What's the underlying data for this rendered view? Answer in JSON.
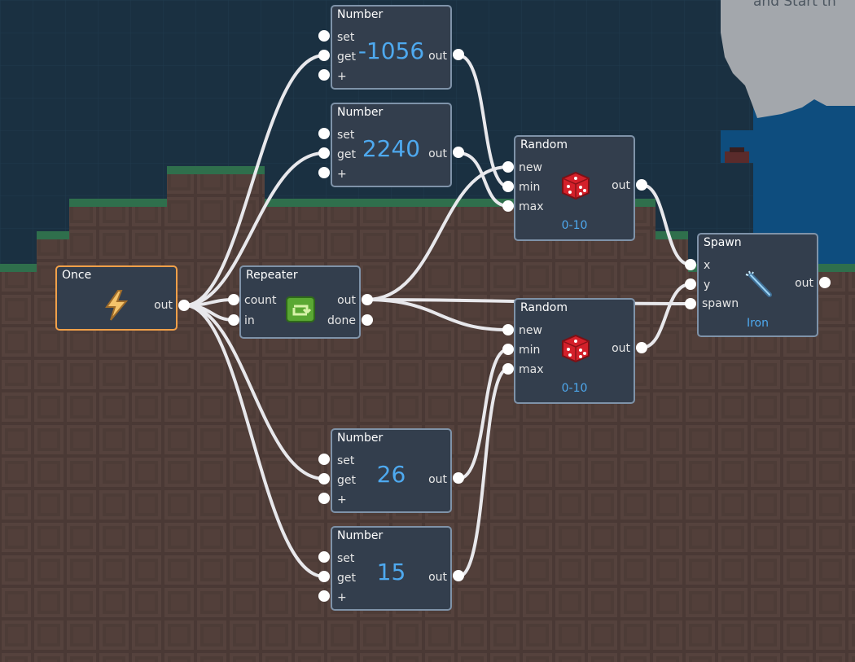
{
  "corner_text": "and Start th",
  "nodes": {
    "number1": {
      "title": "Number",
      "value": "-1056",
      "ports": {
        "set": "set",
        "get": "get",
        "plus": "+",
        "out": "out"
      }
    },
    "number2": {
      "title": "Number",
      "value": "2240",
      "ports": {
        "set": "set",
        "get": "get",
        "plus": "+",
        "out": "out"
      }
    },
    "number3": {
      "title": "Number",
      "value": "26",
      "ports": {
        "set": "set",
        "get": "get",
        "plus": "+",
        "out": "out"
      }
    },
    "number4": {
      "title": "Number",
      "value": "15",
      "ports": {
        "set": "set",
        "get": "get",
        "plus": "+",
        "out": "out"
      }
    },
    "once": {
      "title": "Once",
      "icon": "lightning-icon",
      "ports": {
        "out": "out"
      }
    },
    "repeater": {
      "title": "Repeater",
      "icon": "repeat-icon",
      "ports": {
        "count": "count",
        "in": "in",
        "out": "out",
        "done": "done"
      }
    },
    "random1": {
      "title": "Random",
      "icon": "dice-icon",
      "range": "0-10",
      "ports": {
        "new": "new",
        "min": "min",
        "max": "max",
        "out": "out"
      }
    },
    "random2": {
      "title": "Random",
      "icon": "dice-icon",
      "range": "0-10",
      "ports": {
        "new": "new",
        "min": "min",
        "max": "max",
        "out": "out"
      }
    },
    "spawn": {
      "title": "Spawn",
      "icon": "wand-icon",
      "item": "Iron",
      "ports": {
        "x": "x",
        "y": "y",
        "spawn": "spawn",
        "out": "out"
      }
    }
  },
  "colors": {
    "sky": "#1a3041",
    "dirt": "#4a3935",
    "grass": "#2f6f4c",
    "node_bg": "#333e4d",
    "node_border": "#7f93a9",
    "selected_border": "#f0a04a",
    "value_text": "#4ea9ef",
    "wire": "#e8e8ec",
    "water": "#0e4d7e",
    "cloud": "#a3a7ac"
  }
}
